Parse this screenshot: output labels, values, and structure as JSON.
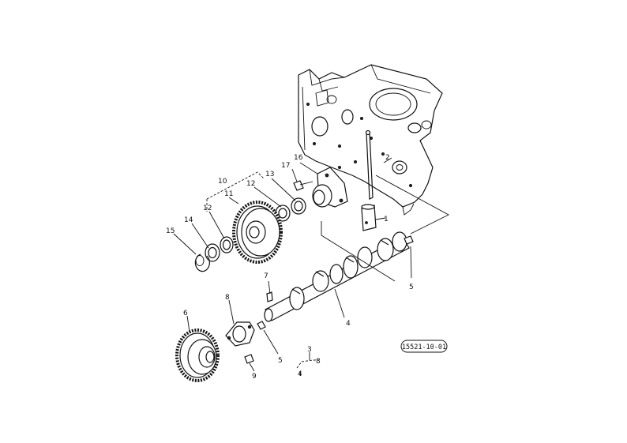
{
  "diagram": {
    "labels": {
      "p1": "1",
      "p2": "2",
      "p3": "3",
      "p4a": "4",
      "p4b": "4",
      "p5a": "5",
      "p5b": "5",
      "p6": "6",
      "p7": "7",
      "p8a": "8",
      "p8b": "8",
      "p9": "9",
      "p10": "10",
      "p11": "11",
      "p12a": "12",
      "p12b": "12",
      "p13": "13",
      "p14": "14",
      "p15": "15",
      "p16": "16",
      "p17": "17"
    },
    "reference_code": "15521-10-01"
  }
}
